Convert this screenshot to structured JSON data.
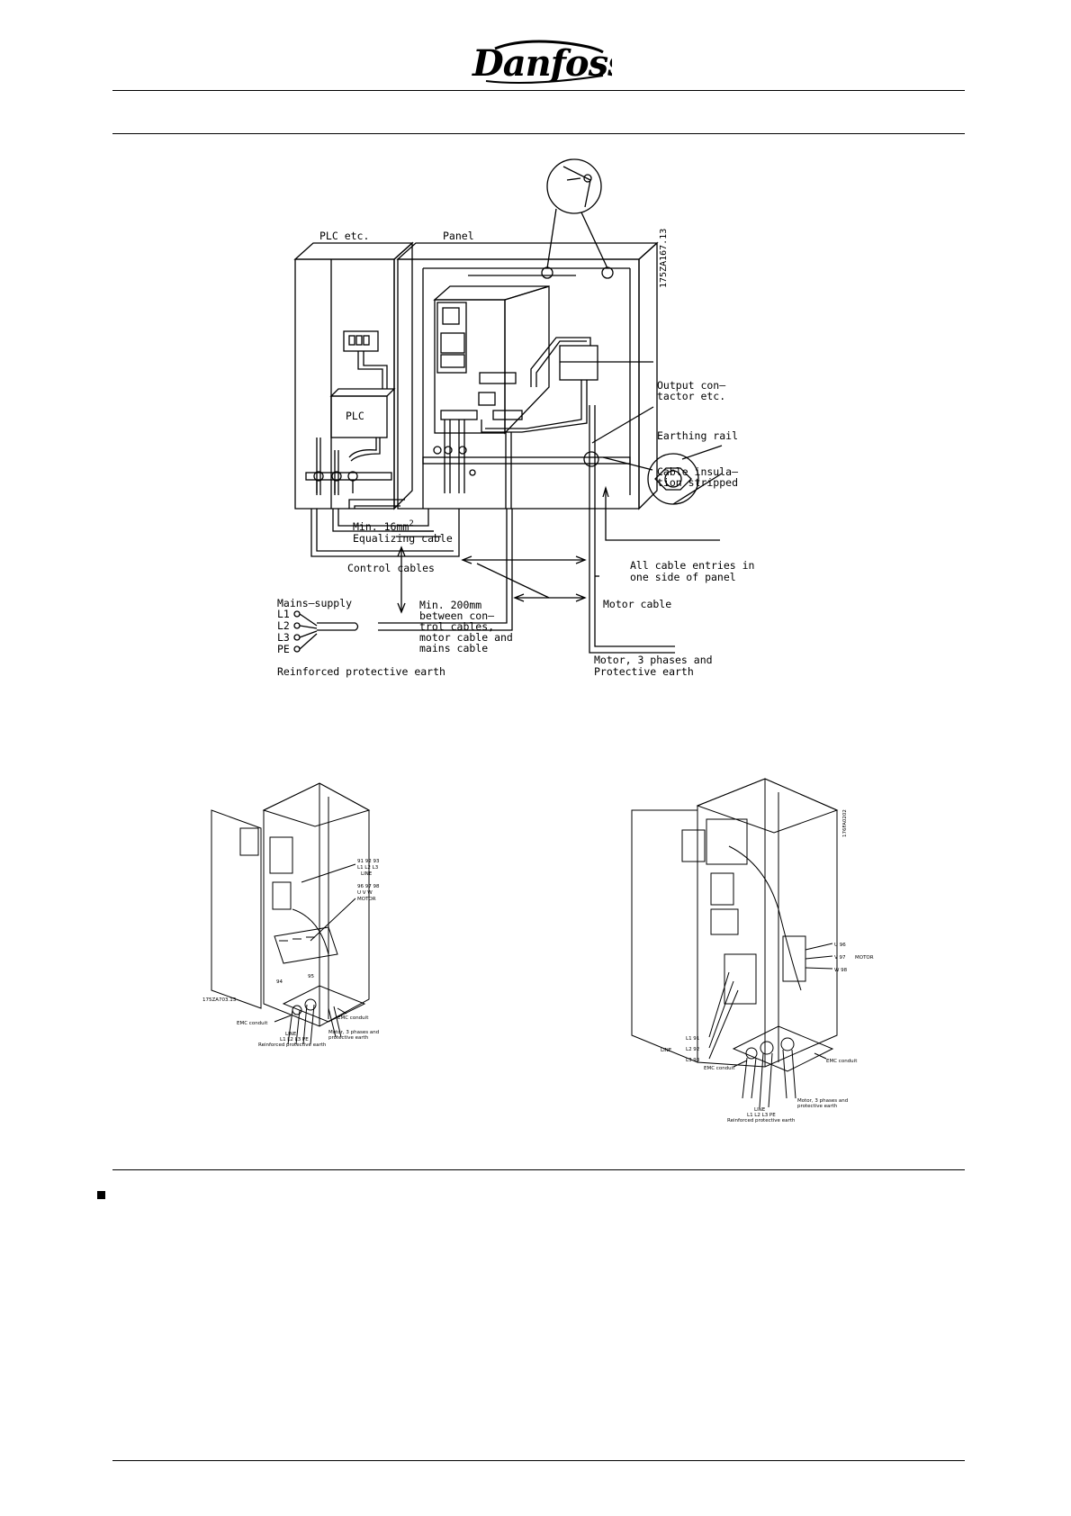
{
  "header": {
    "brand": "Danfoss"
  },
  "top_diagram": {
    "code": "175ZA167.13",
    "labels": {
      "plc_etc": "PLC etc.",
      "panel": "Panel",
      "plc": "PLC",
      "output_contactor_1": "Output con–",
      "output_contactor_2": "tactor etc.",
      "earthing_rail": "Earthing rail",
      "cable_insulation_1": "Cable insula–",
      "cable_insulation_2": "tion stripped",
      "all_entries_1": "All cable entries in",
      "all_entries_2": "one side of panel",
      "min16_1": "Min. 16mm",
      "min16_sup": "2",
      "min16_2": "Equalizing cable",
      "control_cables": "Control cables",
      "min200_1": "Min. 200mm",
      "min200_2": "between con–",
      "min200_3": "trol cables,",
      "min200_4": "motor cable and",
      "min200_5": "mains cable",
      "motor_cable": "Motor cable",
      "mains_supply": "Mains–supply",
      "l1": "L1",
      "l2": "L2",
      "l3": "L3",
      "pe": "PE",
      "reinforced": "Reinforced protective earth",
      "motor3_1": "Motor, 3 phases and",
      "motor3_2": "Protective earth"
    }
  },
  "left_drive": {
    "code": "175ZA703.13",
    "line_terms": "91 92 93",
    "line_phases": "L1 L2 L3",
    "line": "LINE",
    "motor_terms": "96 97 98",
    "motor_phases": "U V W",
    "motor": "MOTOR",
    "t95": "95",
    "t94": "94",
    "emc1": "EMC conduit",
    "emc2": "EMC conduit",
    "line_bottom": "LINE",
    "phases_bottom": "L1 L2 L3 PE",
    "reinforced": "Reinforced protective earth",
    "motor_pe_1": "Motor, 3 phases and",
    "motor_pe_2": "protective earth"
  },
  "right_drive": {
    "code": "176FA0202",
    "u96": "U 96",
    "v97": "V 97",
    "w98": "W 98",
    "motor": "MOTOR",
    "l1": "L1 91",
    "l2": "L2 92",
    "l3": "L3 93",
    "line": "LINE",
    "emc1": "EMC conduit",
    "emc2": "EMC conduit",
    "line_bottom": "LINE",
    "phases_bottom": "L1 L2 L3 PE",
    "reinforced": "Reinforced protective earth",
    "motor_pe_1": "Motor, 3 phases and",
    "motor_pe_2": "protective earth"
  }
}
